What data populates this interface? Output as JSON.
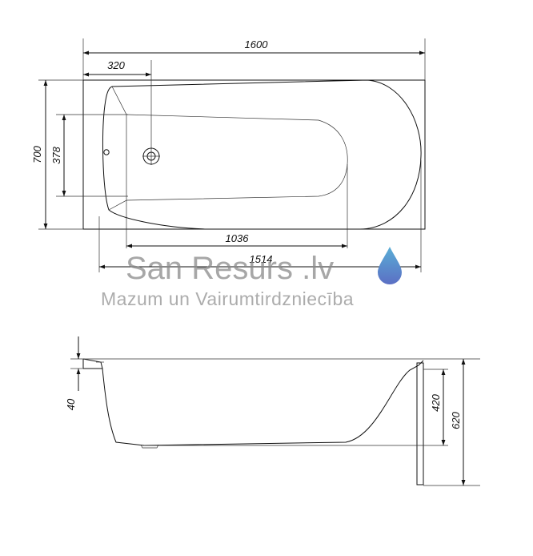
{
  "top_view": {
    "dims": {
      "length": "1600",
      "drain_offset": "320",
      "width": "700",
      "inner_width": "378",
      "inner_length": "1036",
      "overall_inner": "1514"
    }
  },
  "side_view": {
    "dims": {
      "rim": "40",
      "depth": "420",
      "height": "620"
    }
  },
  "watermark": {
    "brand": "San Resurs .lv",
    "tagline": "Mazum un Vairumtirdzniecība",
    "colors": {
      "drop_top": "#5aaed6",
      "drop_bottom": "#5b6fc4",
      "text": "#8a8a8a"
    }
  }
}
